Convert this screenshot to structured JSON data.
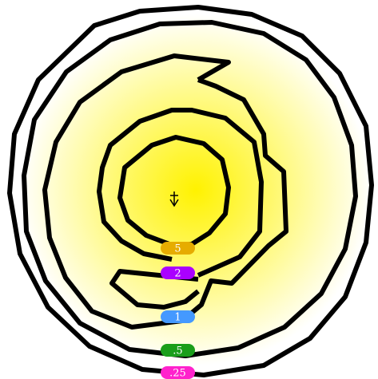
{
  "game": {
    "target": {
      "glow_center": "#fff200",
      "glow_edge": "#ffffff",
      "border": "#000000"
    },
    "score_zones": [
      {
        "label": "5",
        "color": "#e6ac00"
      },
      {
        "label": "2",
        "color": "#aa00ff"
      },
      {
        "label": "1",
        "color": "#4499ff"
      },
      {
        "label": ".5",
        "color": "#1a9e1a"
      },
      {
        "label": ".25",
        "color": "#ff22cc"
      }
    ],
    "marker": {
      "icon": "down-arrow-icon"
    }
  }
}
